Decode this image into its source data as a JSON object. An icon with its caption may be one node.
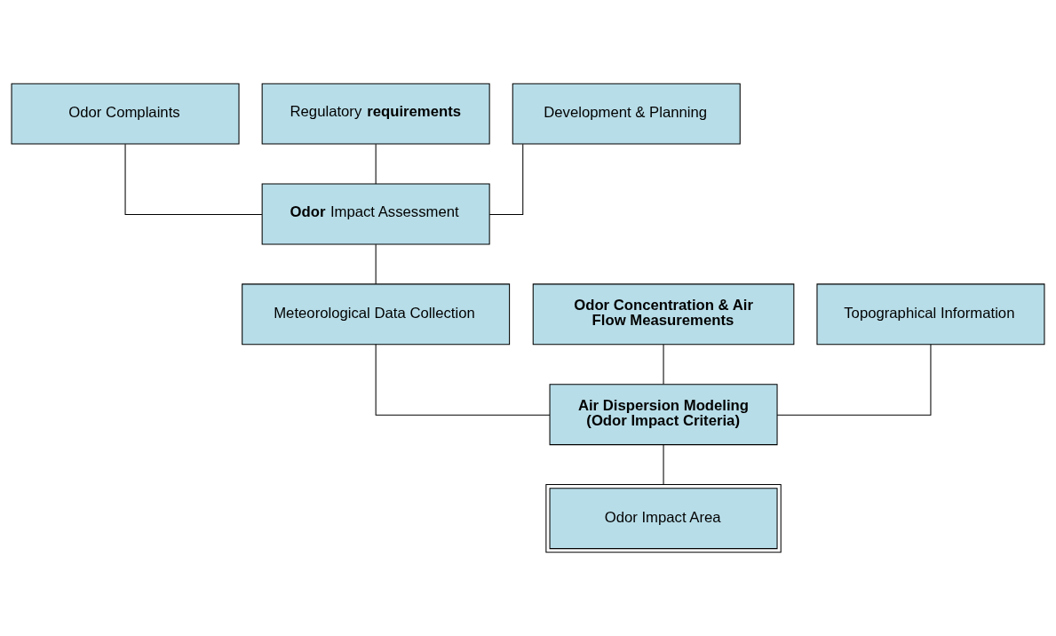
{
  "diagram": {
    "nodes": [
      {
        "text": [
          "Odor Complaints"
        ]
      },
      {
        "text": [
          "Regulatory **requirements**"
        ]
      },
      {
        "text": [
          "Development & Planning"
        ]
      },
      {
        "text": [
          "**Odor** Impact Assessment"
        ]
      },
      {
        "text": [
          "Odor Concentration & Air Flow Measurements"
        ]
      },
      {
        "text": [
          "Meteorological Data Collection"
        ]
      },
      {
        "text": [
          "Topographical Information"
        ]
      },
      {
        "text": [
          "Air Dispersion Modeling (Odor Impact Criteria)"
        ]
      },
      {
        "text": [
          "Odor Impact Area"
        ]
      }
    ],
    "edges": [
      {
        "from": 0,
        "to": 3,
        "arrow": "none"
      },
      {
        "from": 1,
        "to": 3,
        "arrow": "none"
      },
      {
        "from": 2,
        "to": 3,
        "arrow": "none"
      },
      {
        "from": 3,
        "to": 5,
        "arrow": "none"
      },
      {
        "from": 4,
        "to": 7,
        "arrow": "none"
      },
      {
        "from": 5,
        "to": 7,
        "arrow": "none"
      },
      {
        "from": 6,
        "to": 7,
        "arrow": "none"
      },
      {
        "from": 7,
        "to": 8,
        "arrow": "none"
      }
    ]
  }
}
